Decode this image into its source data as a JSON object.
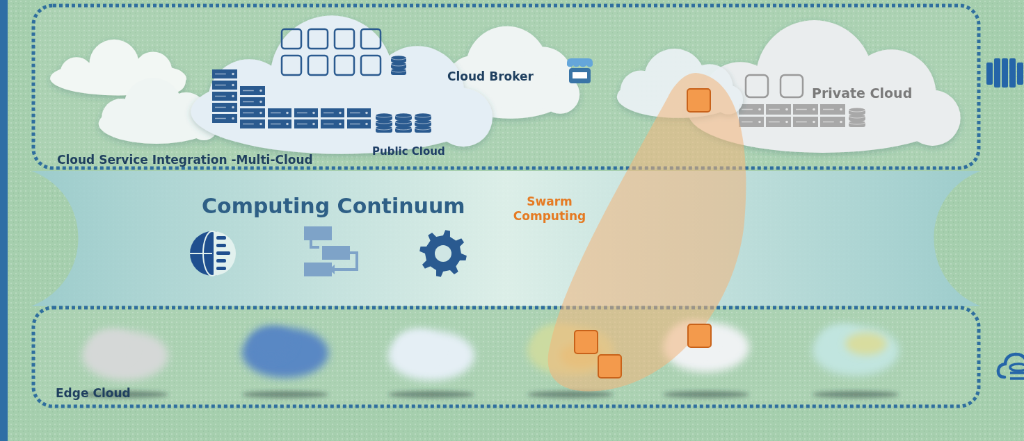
{
  "diagram": {
    "nodes": [
      {
        "text": [
          "Cloud Service Integration -Multi-Cloud"
        ]
      },
      {
        "text": [
          "Public Cloud"
        ],
        "in": 0
      },
      {
        "text": [
          "Private Cloud"
        ],
        "in": 0
      },
      {
        "text": [
          "Computing Continuum"
        ]
      },
      {
        "text": [
          "Edge Cloud"
        ]
      }
    ],
    "labels": [
      "Cloud Broker",
      "Swarm Computing"
    ]
  }
}
